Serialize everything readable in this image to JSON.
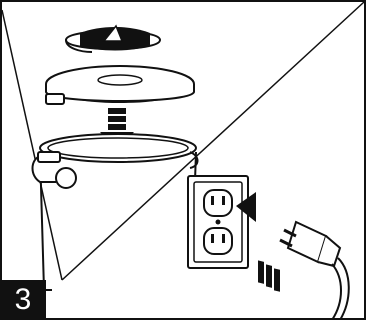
{
  "step": {
    "number": "3"
  },
  "illustration": {
    "stroke_color": "#111111",
    "background_color": "#ffffff",
    "icons": [
      "rotate-arrow-icon",
      "down-arrow-icon",
      "left-arrow-icon",
      "lid",
      "pot",
      "wall-outlet",
      "power-plug",
      "power-cord"
    ]
  }
}
